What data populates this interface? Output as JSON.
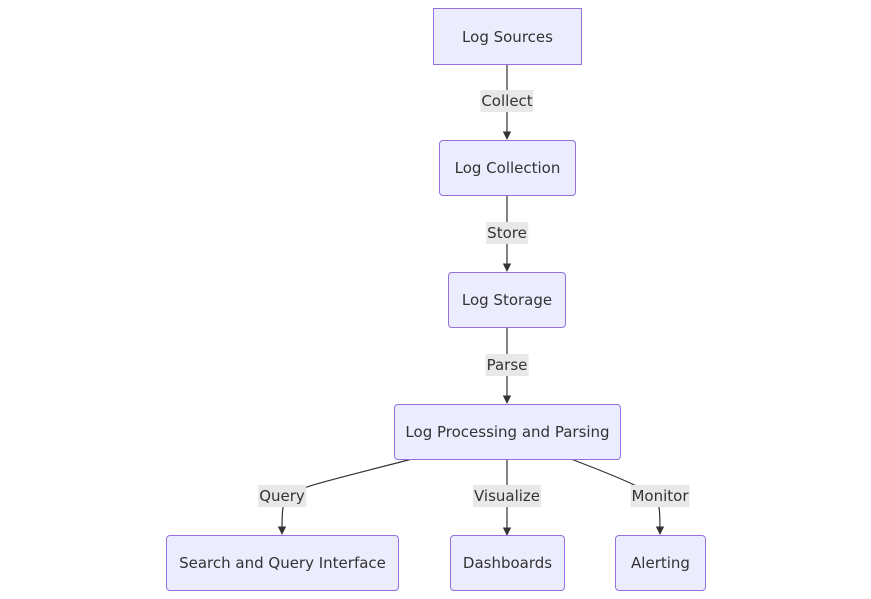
{
  "nodes": {
    "log_sources": "Log Sources",
    "log_collection": "Log Collection",
    "log_storage": "Log Storage",
    "log_processing": "Log Processing and Parsing",
    "search_query": "Search and Query Interface",
    "dashboards": "Dashboards",
    "alerting": "Alerting"
  },
  "edges": {
    "collect": "Collect",
    "store": "Store",
    "parse": "Parse",
    "query": "Query",
    "visualize": "Visualize",
    "monitor": "Monitor"
  },
  "colors": {
    "node_fill": "#ECECFF",
    "node_border": "#9370DB",
    "edge_line": "#333333",
    "label_bg": "#e8e8e8",
    "text": "#333333"
  }
}
